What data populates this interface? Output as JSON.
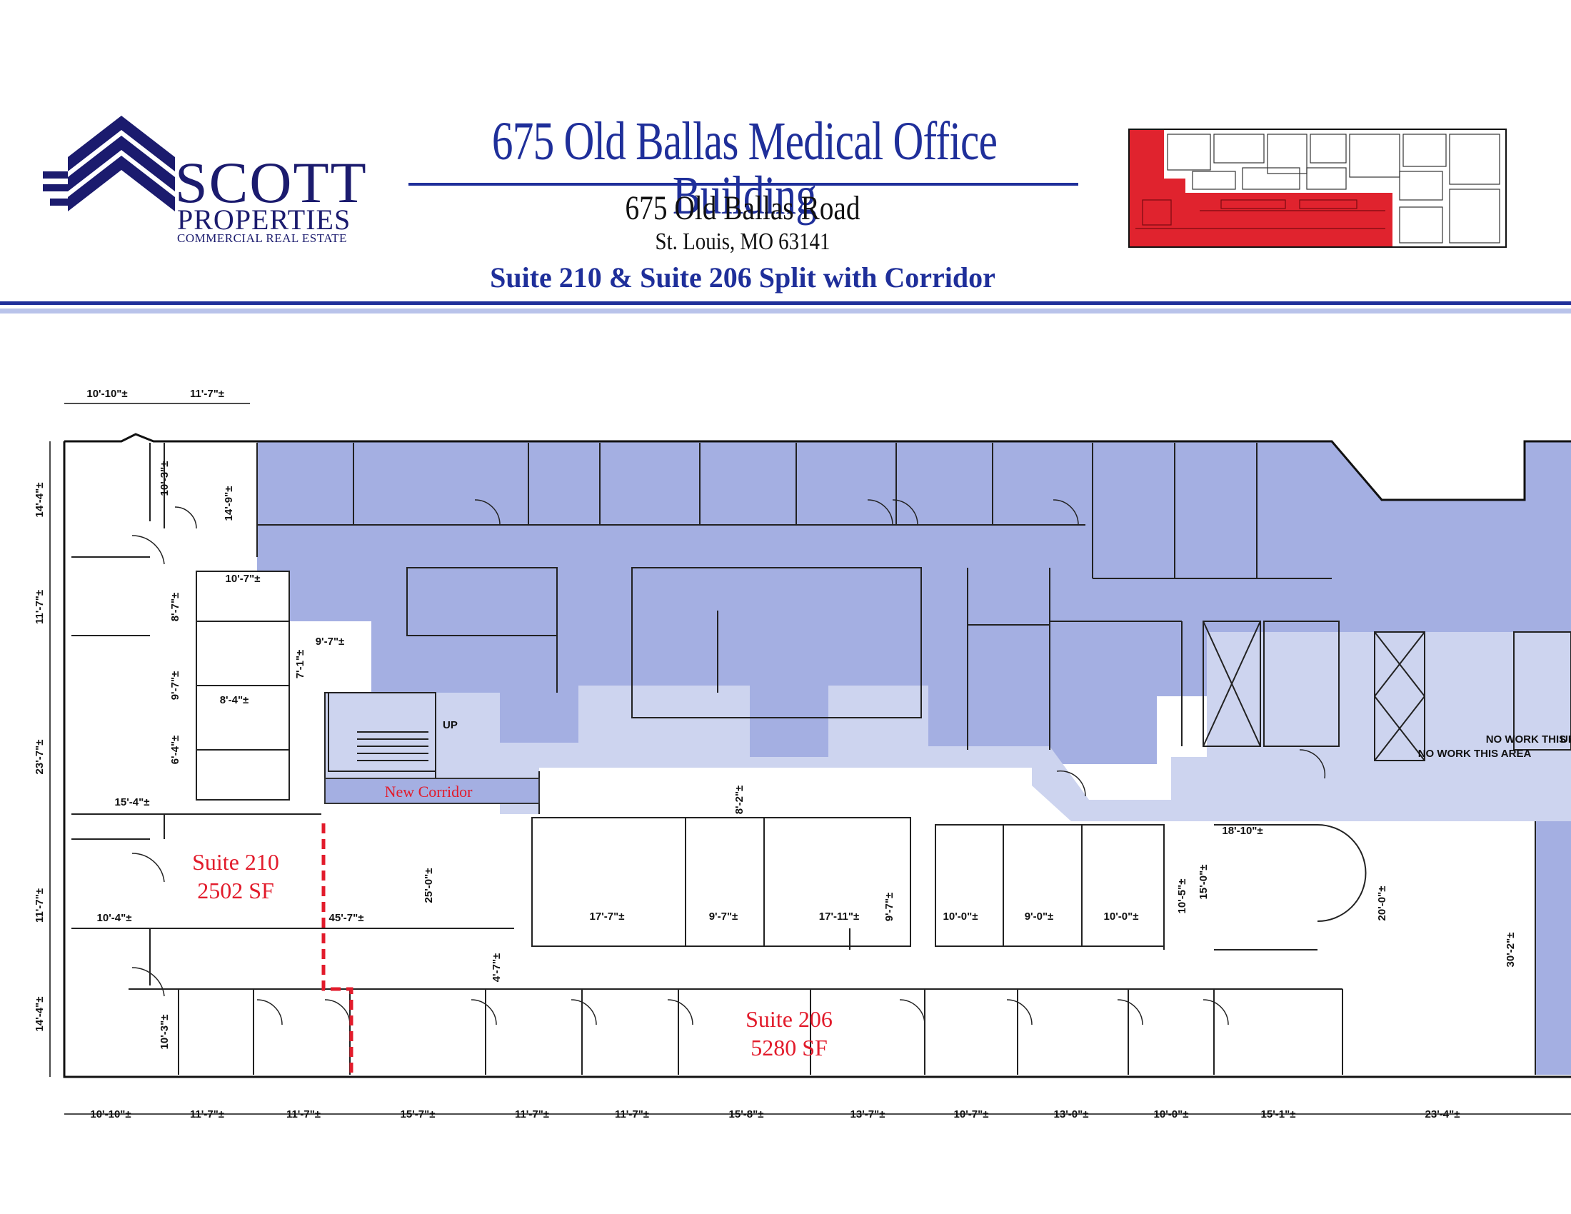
{
  "logo": {
    "line1": "SCOTT",
    "line2": "PROPERTIES",
    "line3": "COMMERCIAL REAL ESTATE"
  },
  "header": {
    "title": "675 Old Ballas Medical Office Building",
    "address_line1": "675 Old Ballas Road",
    "address_line2": "St. Louis, MO  63141",
    "subtitle": "Suite 210 & Suite 206 Split with Corridor"
  },
  "colors": {
    "brand_blue": "#1f2f9a",
    "suite_fill": "#a4afe2",
    "corridor_fill": "#cdd4ef",
    "highlight_red": "#e21b2b",
    "keyplan_red": "#e0232e"
  },
  "plan": {
    "suite210": {
      "name": "Suite 210",
      "area": "2502 SF"
    },
    "suite206": {
      "name": "Suite 206",
      "area": "5280 SF"
    },
    "corridor_label": "New Corridor",
    "notes": {
      "no_work_1": "NO WORK THIS AREA",
      "no_work_2": "NO WORK THIS AREA",
      "up_1": "UP",
      "up_2": "UP"
    },
    "top_dims": [
      "10'-10\"±",
      "11'-7\"±"
    ],
    "bottom_dims": [
      "10'-10\"±",
      "11'-7\"±",
      "11'-7\"±",
      "15'-7\"±",
      "11'-7\"±",
      "11'-7\"±",
      "15'-8\"±",
      "13'-7\"±",
      "10'-7\"±",
      "13'-0\"±",
      "10'-0\"±",
      "15'-1\"±",
      "23'-4\"±"
    ],
    "left_dims": [
      "14'-4\"±",
      "11'-7\"±",
      "23'-7\"±",
      "11'-7\"±",
      "14'-4\"±"
    ],
    "interior_dims": {
      "d_10_3_top": "10'-3\"±",
      "d_14_9": "14'-9\"±",
      "d_10_7": "10'-7\"±",
      "d_8_7": "8'-7\"±",
      "d_9_7_a": "9'-7\"±",
      "d_7_1": "7'-1\"±",
      "d_9_7_b": "9'-7\"±",
      "d_8_4": "8'-4\"±",
      "d_6_4": "6'-4\"±",
      "d_15_4": "15'-4\"±",
      "d_8_2": "8'-2\"±",
      "d_18_10": "18'-10\"±",
      "d_25_0": "25'-0\"±",
      "d_45_7": "45'-7\"±",
      "d_10_4": "10'-4\"±",
      "d_17_7": "17'-7\"±",
      "d_9_7_c": "9'-7\"±",
      "d_17_11": "17'-11\"±",
      "d_9_7_d": "9'-7\"±",
      "d_10_0_a": "10'-0\"±",
      "d_9_0": "9'-0\"±",
      "d_10_0_b": "10'-0\"±",
      "d_10_5": "10'-5\"±",
      "d_15_0": "15'-0\"±",
      "d_20_0": "20'-0\"±",
      "d_30_2": "30'-2\"±",
      "d_4_7": "4'-7\"±",
      "d_10_3_bot": "10'-3\"±"
    }
  }
}
